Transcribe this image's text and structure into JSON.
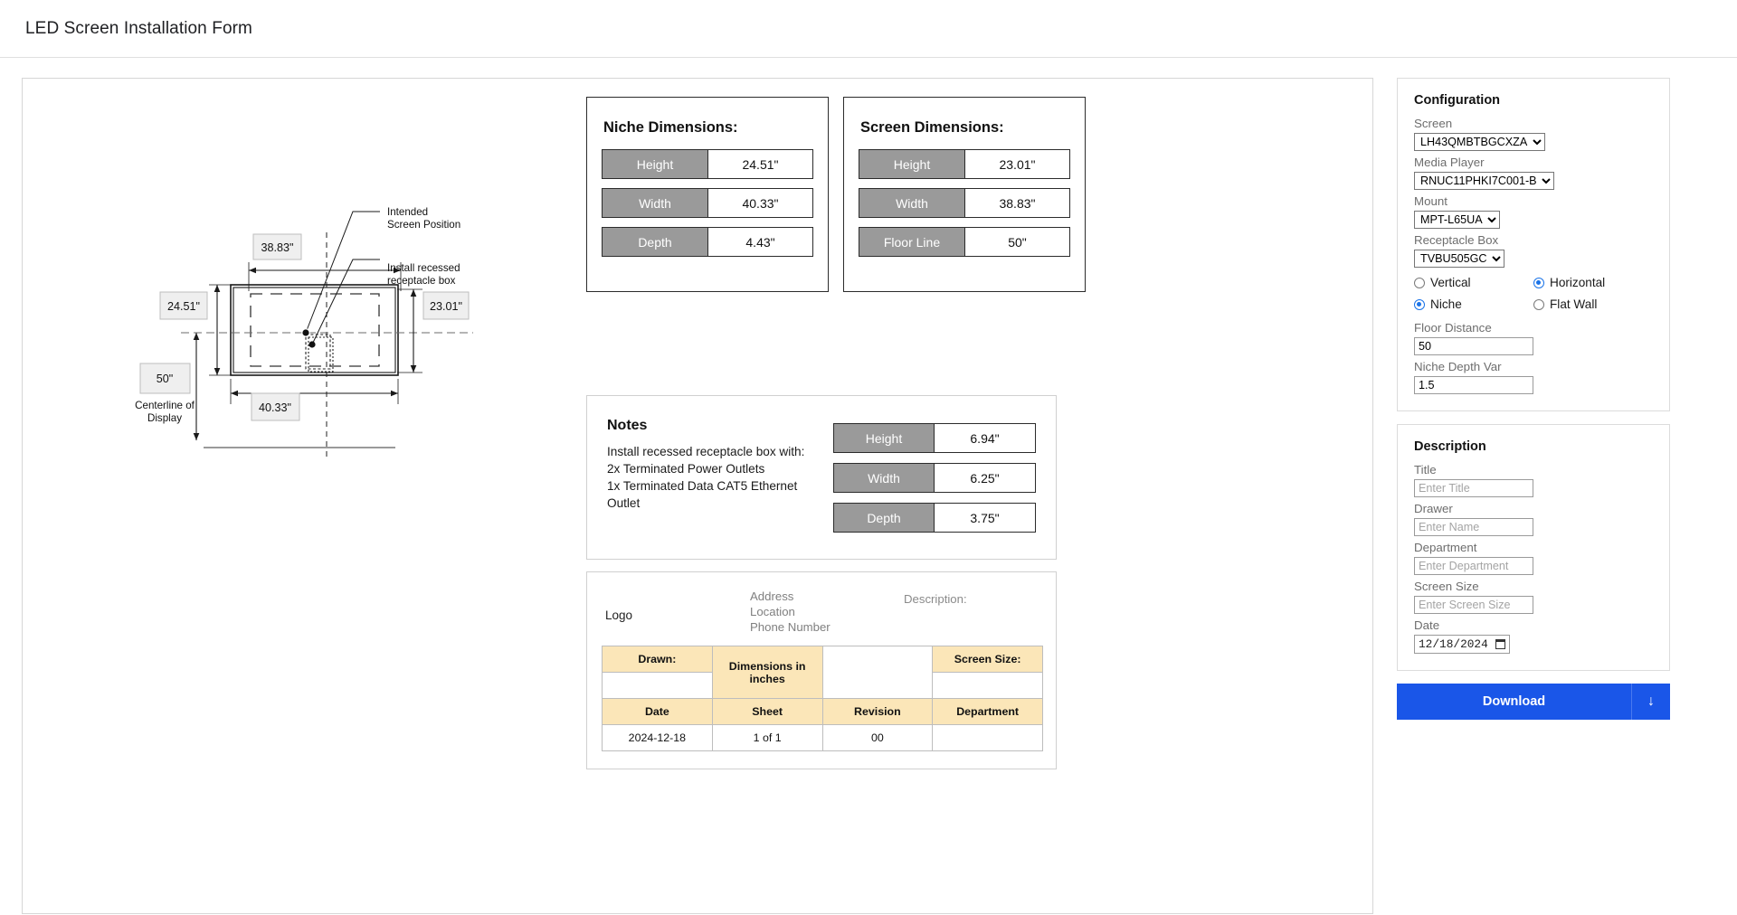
{
  "appbar": {
    "title": "LED Screen Installation Form"
  },
  "drawing": {
    "callout_intended": "Intended",
    "callout_intended2": "Screen Position",
    "callout_install": "Install recessed",
    "callout_install2": "receptacle box",
    "dim_top": "38.83\"",
    "dim_left": "24.51\"",
    "dim_right": "23.01\"",
    "dim_bottom": "40.33\"",
    "dim_floor": "50\"",
    "floor_label1": "Centerline of",
    "floor_label2": "Display"
  },
  "niche": {
    "title": "Niche Dimensions:",
    "rows": [
      {
        "key": "Height",
        "value": "24.51\""
      },
      {
        "key": "Width",
        "value": "40.33\""
      },
      {
        "key": "Depth",
        "value": "4.43\""
      }
    ]
  },
  "screen": {
    "title": "Screen Dimensions:",
    "rows": [
      {
        "key": "Height",
        "value": "23.01\""
      },
      {
        "key": "Width",
        "value": "38.83\""
      },
      {
        "key": "Floor Line",
        "value": "50\""
      }
    ]
  },
  "notes": {
    "title": "Notes",
    "line1": "Install recessed receptacle box with:",
    "line2": "2x Terminated Power Outlets",
    "line3": "1x Terminated Data CAT5 Ethernet Outlet",
    "rows": [
      {
        "key": "Height",
        "value": "6.94\""
      },
      {
        "key": "Width",
        "value": "6.25\""
      },
      {
        "key": "Depth",
        "value": "3.75\""
      }
    ]
  },
  "titleblock": {
    "logo": "Logo",
    "address1": "Address",
    "address2": "Location",
    "address3": "Phone Number",
    "description": "Description:",
    "drawn": "Drawn:",
    "dimensions_note": "Dimensions in inches",
    "screen_size": "Screen Size:",
    "drawn_value": "",
    "screen_size_value": "",
    "headers": [
      "Date",
      "Sheet",
      "Revision",
      "Department"
    ],
    "values": [
      "2024-12-18",
      "1 of 1",
      "00",
      ""
    ]
  },
  "configuration": {
    "title": "Configuration",
    "screen_label": "Screen",
    "screen_value": "LH43QMBTBGCXZA",
    "media_player_label": "Media Player",
    "media_player_value": "RNUC11PHKI7C001-B",
    "mount_label": "Mount",
    "mount_value": "MPT-L65UA",
    "receptacle_label": "Receptacle Box",
    "receptacle_value": "TVBU505GC",
    "orientation": [
      {
        "label": "Vertical",
        "selected": false
      },
      {
        "label": "Horizontal",
        "selected": true
      }
    ],
    "walltype": [
      {
        "label": "Niche",
        "selected": true
      },
      {
        "label": "Flat Wall",
        "selected": false
      }
    ],
    "floor_distance_label": "Floor Distance",
    "floor_distance_value": "50",
    "niche_depth_label": "Niche Depth Var",
    "niche_depth_value": "1.5"
  },
  "description": {
    "title": "Description",
    "title_label": "Title",
    "title_placeholder": "Enter Title",
    "title_value": "",
    "drawer_label": "Drawer",
    "drawer_placeholder": "Enter Name",
    "drawer_value": "",
    "department_label": "Department",
    "department_placeholder": "Enter Department",
    "department_value": "",
    "screen_size_label": "Screen Size",
    "screen_size_placeholder": "Enter Screen Size",
    "screen_size_value": "",
    "date_label": "Date",
    "date_value": "12/18/2024"
  },
  "download": {
    "label": "Download",
    "arrow": "↓"
  },
  "colors": {
    "accent": "#1a56e8",
    "header_gray": "#9a9a9a",
    "table_yellow": "#fbe6b8"
  }
}
